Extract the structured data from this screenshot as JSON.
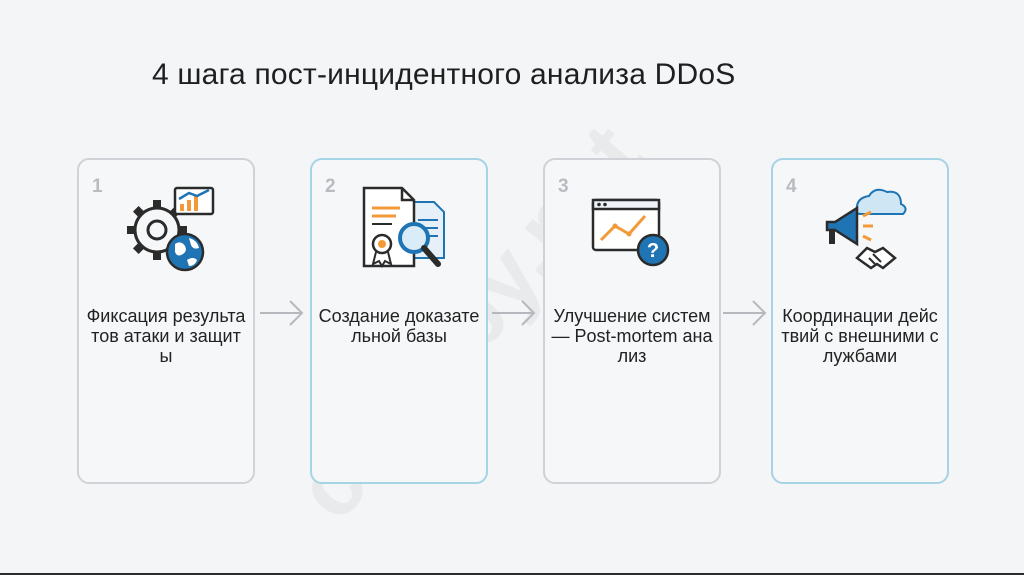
{
  "title": "4 шага пост-инцидентного анализа DDoS",
  "watermark": "codeby.net",
  "colors": {
    "accent_border": "#a6d3e6",
    "plain_border": "#cfd2d6",
    "icon_blue": "#1f74b4",
    "icon_orange": "#f29a38"
  },
  "steps": [
    {
      "number": "1",
      "label": "Фиксация результатов атаки и защиты",
      "icon": "gear-chart-globe-icon",
      "style": "plain"
    },
    {
      "number": "2",
      "label": "Создание доказательной базы",
      "icon": "documents-magnifier-icon",
      "style": "accent"
    },
    {
      "number": "3",
      "label": "Улучшение систем — Post-mortem анализ",
      "icon": "browser-chart-question-icon",
      "style": "plain"
    },
    {
      "number": "4",
      "label": "Координации действий с внешними службами",
      "icon": "megaphone-cloud-handshake-icon",
      "style": "accent"
    }
  ]
}
